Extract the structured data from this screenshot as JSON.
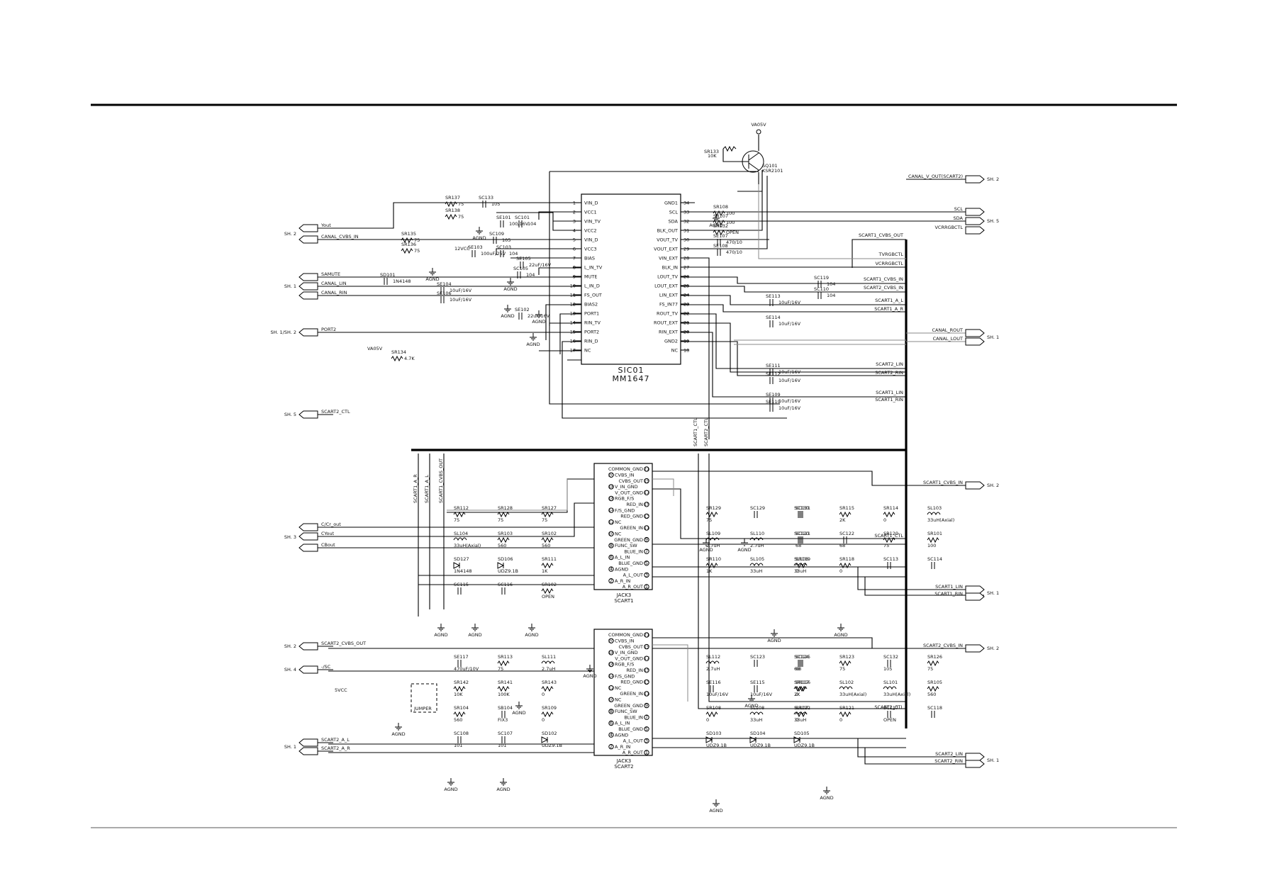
{
  "ic": {
    "ref": "SIC01",
    "part": "MM1647",
    "left_pins": [
      {
        "num": "1",
        "name": "VIN_D"
      },
      {
        "num": "2",
        "name": "VCC1"
      },
      {
        "num": "3",
        "name": "VIN_TV"
      },
      {
        "num": "4",
        "name": "VCC2"
      },
      {
        "num": "5",
        "name": "VIN_D"
      },
      {
        "num": "6",
        "name": "VCC3"
      },
      {
        "num": "7",
        "name": "BIAS"
      },
      {
        "num": "8",
        "name": "L_IN_TV"
      },
      {
        "num": "9",
        "name": "MUTE"
      },
      {
        "num": "10",
        "name": "L_IN_D"
      },
      {
        "num": "11",
        "name": "FS_OUT"
      },
      {
        "num": "12",
        "name": "BIAS2"
      },
      {
        "num": "13",
        "name": "PORT1"
      },
      {
        "num": "14",
        "name": "RIN_TV"
      },
      {
        "num": "15",
        "name": "PORT2"
      },
      {
        "num": "16",
        "name": "RIN_D"
      },
      {
        "num": "17",
        "name": "NC"
      }
    ],
    "right_pins": [
      {
        "num": "34",
        "name": "GND1"
      },
      {
        "num": "33",
        "name": "SCL"
      },
      {
        "num": "32",
        "name": "SDA"
      },
      {
        "num": "31",
        "name": "BLK_OUT"
      },
      {
        "num": "30",
        "name": "VOUT_TV"
      },
      {
        "num": "29",
        "name": "VOUT_EXT"
      },
      {
        "num": "28",
        "name": "VIN_EXT"
      },
      {
        "num": "27",
        "name": "BLK_IN"
      },
      {
        "num": "26",
        "name": "LOUT_TV"
      },
      {
        "num": "25",
        "name": "LOUT_EXT"
      },
      {
        "num": "24",
        "name": "LIN_EXT"
      },
      {
        "num": "23",
        "name": "FS_IN77"
      },
      {
        "num": "22",
        "name": "ROUT_TV"
      },
      {
        "num": "21",
        "name": "ROUT_EXT"
      },
      {
        "num": "20",
        "name": "RIN_EXT"
      },
      {
        "num": "19",
        "name": "GND2"
      },
      {
        "num": "18",
        "name": "NC"
      }
    ]
  },
  "jack1": {
    "ref": "JACK3",
    "name": "SCART1",
    "pins": [
      {
        "num": "21",
        "name": "COMMON_GND"
      },
      {
        "num": "20",
        "name": "CVBS_IN"
      },
      {
        "num": "19",
        "name": "CVBS_OUT"
      },
      {
        "num": "18",
        "name": "V_IN_GND"
      },
      {
        "num": "17",
        "name": "V_OUT_GND"
      },
      {
        "num": "16",
        "name": "RGB_F/S"
      },
      {
        "num": "15",
        "name": "RED_IN"
      },
      {
        "num": "14",
        "name": "F/S_GND"
      },
      {
        "num": "13",
        "name": "RED_GND"
      },
      {
        "num": "12",
        "name": "NC"
      },
      {
        "num": "11",
        "name": "GREEN_IN"
      },
      {
        "num": "10",
        "name": "NC"
      },
      {
        "num": "9",
        "name": "GREEN_GND"
      },
      {
        "num": "8",
        "name": "FUNC_SW"
      },
      {
        "num": "7",
        "name": "BLUE_IN"
      },
      {
        "num": "6",
        "name": "A_L_IN"
      },
      {
        "num": "5",
        "name": "BLUE_GND"
      },
      {
        "num": "4",
        "name": "AGND"
      },
      {
        "num": "3",
        "name": "A_L_OUT"
      },
      {
        "num": "2",
        "name": "A_R_IN"
      },
      {
        "num": "1",
        "name": "A_R_OUT"
      }
    ]
  },
  "jack2": {
    "ref": "JACK3",
    "name": "SCART2",
    "pins": [
      {
        "num": "21",
        "name": "COMMON_GND"
      },
      {
        "num": "20",
        "name": "CVBS_IN"
      },
      {
        "num": "19",
        "name": "CVBS_OUT"
      },
      {
        "num": "18",
        "name": "V_IN_GND"
      },
      {
        "num": "17",
        "name": "V_OUT_GND"
      },
      {
        "num": "16",
        "name": "RGB_F/S"
      },
      {
        "num": "15",
        "name": "RED_IN"
      },
      {
        "num": "14",
        "name": "F/S_GND"
      },
      {
        "num": "13",
        "name": "RED_GND"
      },
      {
        "num": "12",
        "name": "NC"
      },
      {
        "num": "11",
        "name": "GREEN_IN"
      },
      {
        "num": "10",
        "name": "NC"
      },
      {
        "num": "9",
        "name": "GREEN_GND"
      },
      {
        "num": "8",
        "name": "FUNC_SW"
      },
      {
        "num": "7",
        "name": "BLUE_IN"
      },
      {
        "num": "6",
        "name": "A_L_IN"
      },
      {
        "num": "5",
        "name": "BLUE_GND"
      },
      {
        "num": "4",
        "name": "AGND"
      },
      {
        "num": "3",
        "name": "A_L_OUT"
      },
      {
        "num": "2",
        "name": "A_R_IN"
      },
      {
        "num": "1",
        "name": "A_R_OUT"
      }
    ]
  },
  "transistor": {
    "ref": "SQ101",
    "part": "KSR2101",
    "rail": "VA05V",
    "res_ref": "SR133",
    "res_val": "10K"
  },
  "ports_left": [
    {
      "sheet": "SH. 2",
      "signals": [
        "Yout",
        "CANAL_CVBS_IN"
      ]
    },
    {
      "sheet": "SH. 1",
      "signals": [
        "SAMUTE",
        "CANAL_LIN",
        "CANAL_RIN"
      ]
    },
    {
      "sheet": "SH. 1/SH. 2",
      "signals": [
        "PORT2"
      ]
    },
    {
      "sheet": "SH. 5",
      "signals": [
        "SCART2_CTL"
      ]
    },
    {
      "sheet": "SH. 3",
      "signals": [
        "C/Cr_out",
        "CYout",
        "CBout"
      ]
    },
    {
      "sheet": "SH. 2",
      "signals": [
        "SCART2_CVBS_OUT"
      ]
    },
    {
      "sheet": "SH. 4",
      "signals": [
        "-/SC"
      ]
    },
    {
      "sheet": "SH. 1",
      "signals": [
        "SCART2_A_L",
        "SCART2_A_R"
      ]
    }
  ],
  "ports_right": [
    {
      "sheet": "SH. 2",
      "signals": [
        "CANAL_V_OUT(SCART2)"
      ]
    },
    {
      "sheet": "SH. 5",
      "signals": [
        "SCL",
        "SDA",
        "VCRRGBCTL"
      ]
    },
    {
      "sheet": "SH. 1",
      "signals": [
        "CANAL_ROUT",
        "CANAL_LOUT"
      ]
    },
    {
      "sheet": "SH. 2",
      "signals": [
        "SCART1_CVBS_IN"
      ]
    },
    {
      "sheet": "SH. 1",
      "signals": [
        "SCART1_LIN",
        "SCART1_RIN"
      ]
    },
    {
      "sheet": "SH. 2",
      "signals": [
        "SCART2_CVBS_IN"
      ]
    },
    {
      "sheet": "SH. 1",
      "signals": [
        "SCART2_LIN",
        "SCART2_RIN"
      ]
    }
  ],
  "nets_on_bus": [
    "SCART1_CVBS_OUT",
    "TVRGBCTL",
    "VCRRGBCTL",
    "SCART1_CVBS_IN",
    "SCART2_CVBS_IN",
    "SCART1_A_L",
    "SCART1_A_R",
    "SCART2_LIN",
    "SCART2_RIN",
    "SCART1_LIN",
    "SCART1_RIN",
    "SCART1_CTL",
    "SCART2_CTL"
  ],
  "bus_vertical_labels": [
    "SCART1_A_R",
    "SCART1_A_L",
    "SCART1_CVBS_OUT",
    "SCART1_CTL",
    "SCART2_CTL"
  ],
  "components_top": [
    {
      "ref": "SR137",
      "val": "75"
    },
    {
      "ref": "SC133",
      "val": "105"
    },
    {
      "ref": "SR138",
      "val": "75"
    },
    {
      "ref": "SR135",
      "val": "75"
    },
    {
      "ref": "SR136",
      "val": "75"
    },
    {
      "ref": "SC109",
      "val": "105"
    },
    {
      "ref": "SE101",
      "val": "100/16V"
    },
    {
      "ref": "SC101",
      "val": "104"
    },
    {
      "ref": "SE103",
      "val": "100uF/25V"
    },
    {
      "ref": "SC103",
      "val": "104"
    },
    {
      "ref": "SE105",
      "val": "22uF/16V"
    },
    {
      "ref": "SC105",
      "val": "104"
    },
    {
      "ref": "SD101",
      "val": "1N4148"
    },
    {
      "ref": "SE104",
      "val": "10uF/16V"
    },
    {
      "ref": "SE106",
      "val": "10uF/16V"
    },
    {
      "ref": "SE102",
      "val": "22uF/16V"
    },
    {
      "ref": "SR134",
      "val": "4.7K"
    },
    {
      "ref": "SR108",
      "val": "100"
    },
    {
      "ref": "SR107",
      "val": "100"
    },
    {
      "ref": "SR132",
      "val": "OPEN"
    },
    {
      "ref": "SE107",
      "val": "470/10"
    },
    {
      "ref": "SE108",
      "val": "470/10"
    },
    {
      "ref": "SC119",
      "val": "104"
    },
    {
      "ref": "SC110",
      "val": "104"
    },
    {
      "ref": "SE113",
      "val": "10uF/16V"
    },
    {
      "ref": "SE114",
      "val": "10uF/16V"
    },
    {
      "ref": "SE111",
      "val": "10uF/16V"
    },
    {
      "ref": "SE112",
      "val": "10uF/16V"
    },
    {
      "ref": "SE109",
      "val": "10uF/16V"
    },
    {
      "ref": "SE110",
      "val": "10uF/16V"
    }
  ],
  "components_bottom": [
    {
      "ref": "SR112",
      "val": "75"
    },
    {
      "ref": "SR128",
      "val": "75"
    },
    {
      "ref": "SR127",
      "val": "75"
    },
    {
      "ref": "SR129",
      "val": "75"
    },
    {
      "ref": "SC129",
      "val": ""
    },
    {
      "ref": "SC130",
      "val": ""
    },
    {
      "ref": "SC131",
      "val": ""
    },
    {
      "ref": "SR115",
      "val": "2K"
    },
    {
      "ref": "SR114",
      "val": "0"
    },
    {
      "ref": "SL103",
      "val": "33uH(Axial)"
    },
    {
      "ref": "SL104",
      "val": "33uH(Axial)"
    },
    {
      "ref": "SR103",
      "val": "560"
    },
    {
      "ref": "SR102",
      "val": "560"
    },
    {
      "ref": "SL109",
      "val": "2.7uH"
    },
    {
      "ref": "SL110",
      "val": "2.7uH"
    },
    {
      "ref": "SC120",
      "val": ""
    },
    {
      "ref": "SC121",
      "val": "68"
    },
    {
      "ref": "SC122",
      "val": "68"
    },
    {
      "ref": "SR120",
      "val": "75"
    },
    {
      "ref": "SR101",
      "val": "100"
    },
    {
      "ref": "SD127",
      "val": "1N4148"
    },
    {
      "ref": "SD106",
      "val": "UDZ9.1B"
    },
    {
      "ref": "SR111",
      "val": "1K"
    },
    {
      "ref": "SR110",
      "val": "1K"
    },
    {
      "ref": "SL105",
      "val": "33uH"
    },
    {
      "ref": "SL106",
      "val": "33uH"
    },
    {
      "ref": "SR119",
      "val": "0"
    },
    {
      "ref": "SR118",
      "val": "0"
    },
    {
      "ref": "SC113",
      "val": ""
    },
    {
      "ref": "SC114",
      "val": ""
    },
    {
      "ref": "SC115",
      "val": ""
    },
    {
      "ref": "SC116",
      "val": ""
    },
    {
      "ref": "SR102",
      "val": "OPEN"
    },
    {
      "ref": "SE117",
      "val": "470uF/10V"
    },
    {
      "ref": "SR113",
      "val": "75"
    },
    {
      "ref": "SL111",
      "val": "2.7uH"
    },
    {
      "ref": "SL112",
      "val": "2.7uH"
    },
    {
      "ref": "SC123",
      "val": ""
    },
    {
      "ref": "SC124",
      "val": "68"
    },
    {
      "ref": "SC125",
      "val": "68"
    },
    {
      "ref": "SR123",
      "val": "75"
    },
    {
      "ref": "SC132",
      "val": "105"
    },
    {
      "ref": "SR126",
      "val": "75"
    },
    {
      "ref": "SR142",
      "val": "10K"
    },
    {
      "ref": "SR141",
      "val": "100K"
    },
    {
      "ref": "SR143",
      "val": "0"
    },
    {
      "ref": "SE116",
      "val": "10uF/16V"
    },
    {
      "ref": "SE115",
      "val": "10uF/16V"
    },
    {
      "ref": "SR117",
      "val": "2K"
    },
    {
      "ref": "SR116",
      "val": "0"
    },
    {
      "ref": "SL102",
      "val": "33uH(Axial)"
    },
    {
      "ref": "SL101",
      "val": "33uH(Axial)"
    },
    {
      "ref": "SR105",
      "val": "560"
    },
    {
      "ref": "SR104",
      "val": "560"
    },
    {
      "ref": "SB104",
      "val": "FIX3"
    },
    {
      "ref": "SR109",
      "val": "0"
    },
    {
      "ref": "SR108",
      "val": "0"
    },
    {
      "ref": "SL108",
      "val": "33uH"
    },
    {
      "ref": "SL107",
      "val": "33uH"
    },
    {
      "ref": "SR122",
      "val": "0"
    },
    {
      "ref": "SR121",
      "val": "0"
    },
    {
      "ref": "SC117",
      "val": "OPEN"
    },
    {
      "ref": "SC118",
      "val": ""
    },
    {
      "ref": "SC108",
      "val": "101"
    },
    {
      "ref": "SC107",
      "val": "101"
    },
    {
      "ref": "SD102",
      "val": "UDZ9.1B"
    },
    {
      "ref": "SD103",
      "val": "UDZ9.1B"
    },
    {
      "ref": "SD104",
      "val": "UDZ9.1B"
    },
    {
      "ref": "SD105",
      "val": "UDZ9.1B"
    }
  ],
  "rails": {
    "va05v": "VA05V",
    "vcc12": "12VCC",
    "v5cc": "5VCC",
    "agnd": "AGND"
  },
  "jumper_label": "JUMPER",
  "colors": {
    "ink": "#000000",
    "gray_wire": "#888888",
    "background": "#ffffff"
  }
}
